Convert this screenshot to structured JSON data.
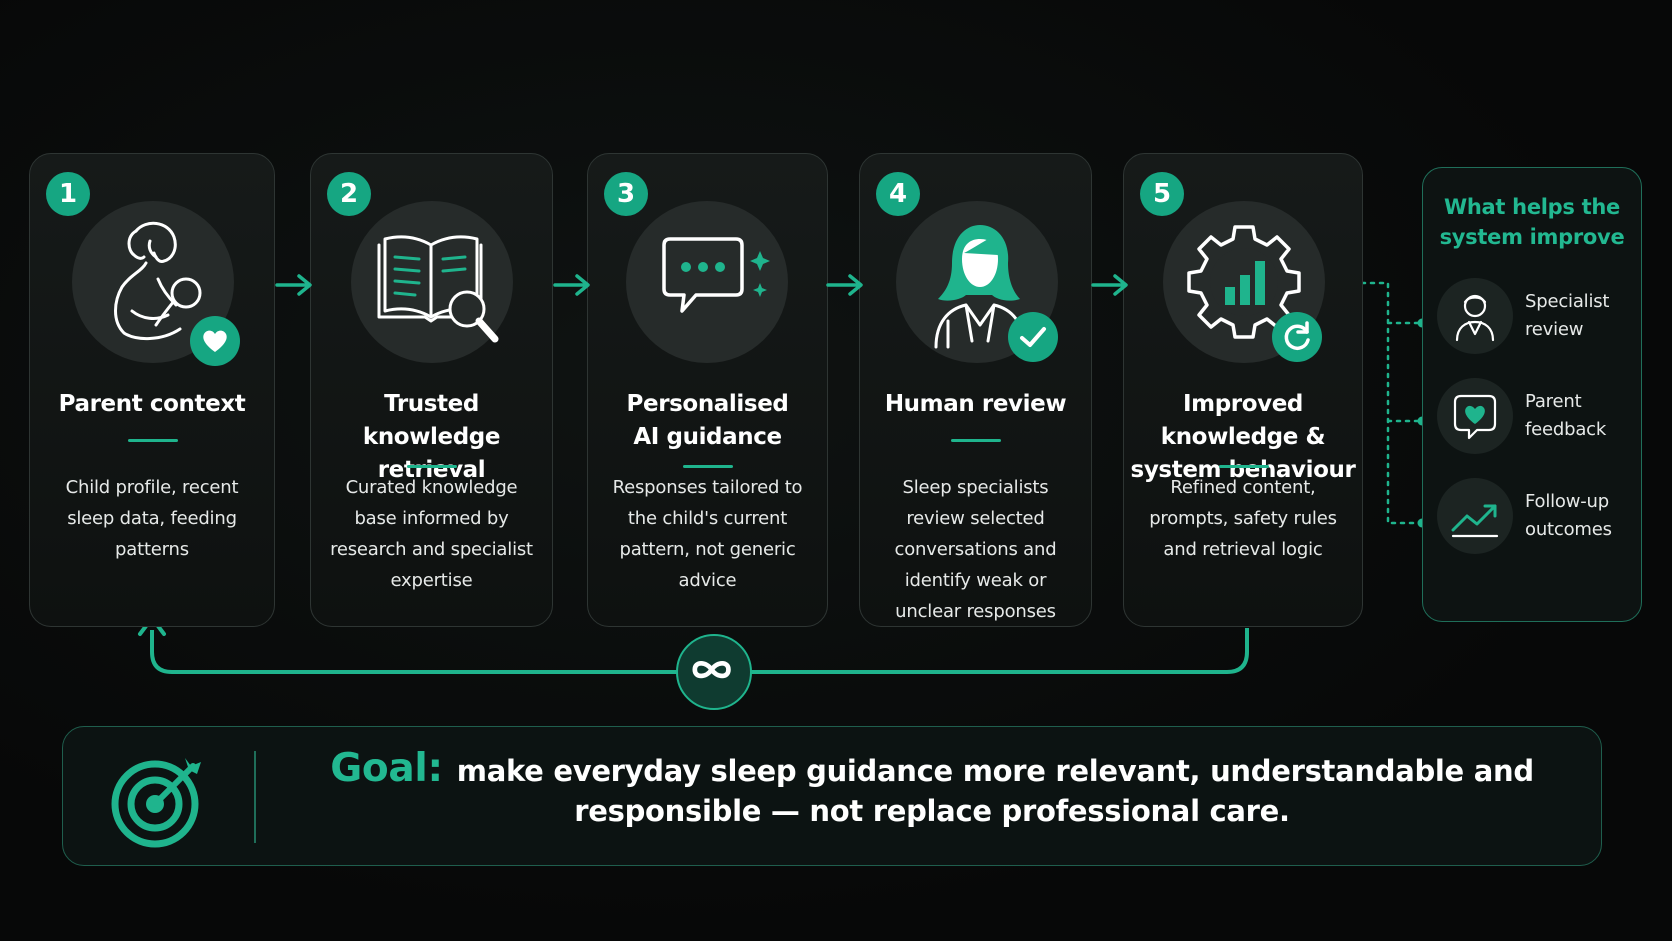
{
  "steps": [
    {
      "number": "1",
      "title": "Parent context",
      "desc": "Child profile, recent sleep data, feeding patterns",
      "icon": "parent-baby-icon",
      "badge_icon": "heart-icon"
    },
    {
      "number": "2",
      "title": "Trusted knowledge retrieval",
      "desc": "Curated knowledge base informed by research and specialist expertise",
      "icon": "book-search-icon",
      "badge_icon": ""
    },
    {
      "number": "3",
      "title": "Personalised AI guidance",
      "desc": "Responses tailored to the child's current pattern, not generic advice",
      "icon": "chat-bubble-sparkle-icon",
      "badge_icon": ""
    },
    {
      "number": "4",
      "title": "Human review",
      "desc": "Sleep specialists review selected conversations and identify weak or unclear responses",
      "icon": "specialist-person-icon",
      "badge_icon": "check-icon"
    },
    {
      "number": "5",
      "title": "Improved knowledge & system behaviour",
      "desc": "Refined content, prompts, safety rules and retrieval logic",
      "icon": "gear-chart-icon",
      "badge_icon": "refresh-icon"
    }
  ],
  "side_panel": {
    "title": "What helps the system improve",
    "items": [
      {
        "label": "Specialist review",
        "icon": "specialist-icon"
      },
      {
        "label": "Parent feedback",
        "icon": "heart-speech-icon"
      },
      {
        "label": "Follow-up outcomes",
        "icon": "trend-up-icon"
      }
    ]
  },
  "loop_icon": "infinity-icon",
  "goal": {
    "heading": "Goal:",
    "text": "make everyday sleep guidance more relevant, understandable and responsible — not replace professional care.",
    "icon": "target-arrow-icon"
  },
  "colors": {
    "accent": "#16a682",
    "accent_light": "#22b891",
    "background": "#080909",
    "card": "#131716",
    "card_border": "#2e3533"
  }
}
